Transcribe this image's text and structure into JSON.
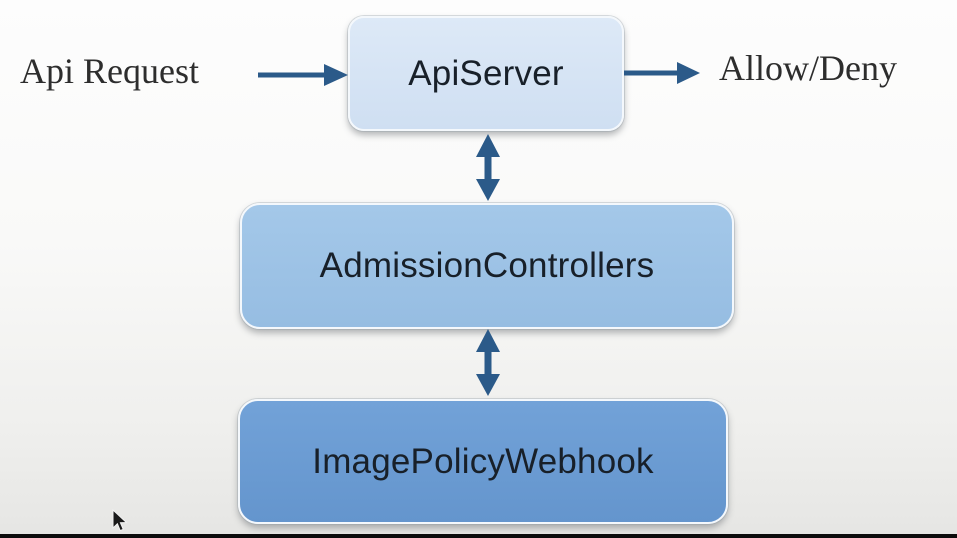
{
  "colors": {
    "arrow": "#2b5a89",
    "node_text": "#182029",
    "label_text": "#2d2d2d",
    "apiserver_fill": "#d5e3f4",
    "apiserver_fill_gradient": "linear-gradient(180deg, #dde9f7 0%, #cfdff2 100%)",
    "admission_fill": "#9dc3e6",
    "admission_fill_gradient": "linear-gradient(180deg, #a4c8e9 0%, #96bde2 100%)",
    "webhook_fill": "#6b9dd4",
    "webhook_fill_gradient": "linear-gradient(180deg, #72a2d8 0%, #6495cd 100%)",
    "bottom_bar": "#0b0b0b",
    "cursor_fill": "#1a1a1a"
  },
  "diagram": {
    "external_labels": [
      {
        "id": "api-request",
        "text": "Api Request"
      },
      {
        "id": "allow-deny",
        "text": "Allow/Deny"
      }
    ],
    "nodes": [
      {
        "id": "apiserver",
        "label": "ApiServer"
      },
      {
        "id": "admission-controllers",
        "label": "AdmissionControllers"
      },
      {
        "id": "image-policy-webhook",
        "label": "ImagePolicyWebhook"
      }
    ],
    "edges": [
      {
        "from": "Api Request",
        "to": "ApiServer",
        "direction": "right"
      },
      {
        "from": "ApiServer",
        "to": "Allow/Deny",
        "direction": "right"
      },
      {
        "from": "ApiServer",
        "to": "AdmissionControllers",
        "direction": "both"
      },
      {
        "from": "AdmissionControllers",
        "to": "ImagePolicyWebhook",
        "direction": "both"
      }
    ]
  }
}
